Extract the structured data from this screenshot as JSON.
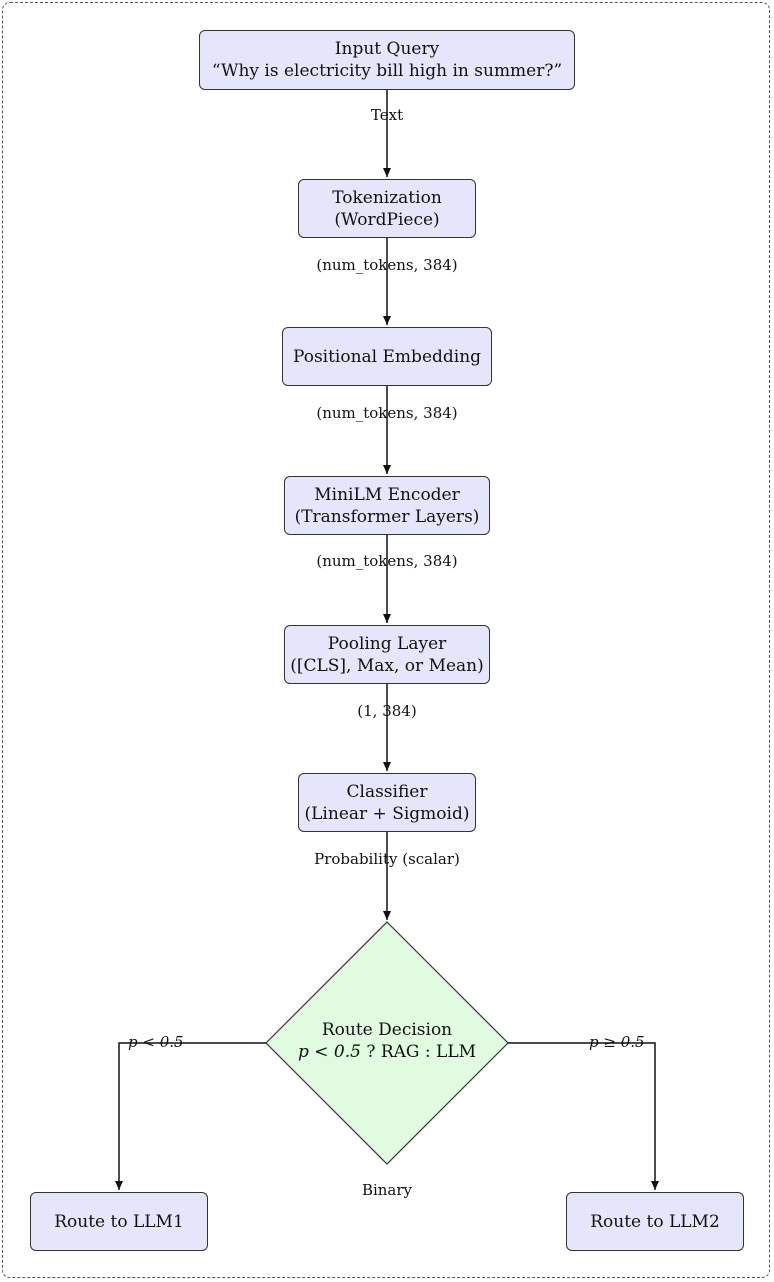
{
  "nodes": {
    "input": {
      "line1": "Input Query",
      "line2": "“Why is electricity bill high in summer?”"
    },
    "tokenization": {
      "line1": "Tokenization",
      "line2": "(WordPiece)"
    },
    "positional": {
      "line1": "Positional Embedding"
    },
    "encoder": {
      "line1": "MiniLM Encoder",
      "line2": "(Transformer Layers)"
    },
    "pooling": {
      "line1": "Pooling Layer",
      "line2": "([CLS], Max, or Mean)"
    },
    "classifier": {
      "line1": "Classifier",
      "line2": "(Linear + Sigmoid)"
    },
    "decision": {
      "line1": "Route Decision",
      "cond": "p < 0.5",
      "rest": " ? RAG : LLM"
    },
    "llm1": {
      "line1": "Route to LLM1"
    },
    "llm2": {
      "line1": "Route to LLM2"
    }
  },
  "edges": {
    "e1": "Text",
    "e2": "(num_tokens, 384)",
    "e3": "(num_tokens, 384)",
    "e4": "(num_tokens, 384)",
    "e5": "(1, 384)",
    "e6": "Probability (scalar)",
    "left": "p < 0.5",
    "right": "p ≥ 0.5",
    "bottom": "Binary"
  },
  "colors": {
    "box_fill": "#e5e6fb",
    "decision_fill": "#e0fbe0",
    "stroke": "#333333"
  }
}
